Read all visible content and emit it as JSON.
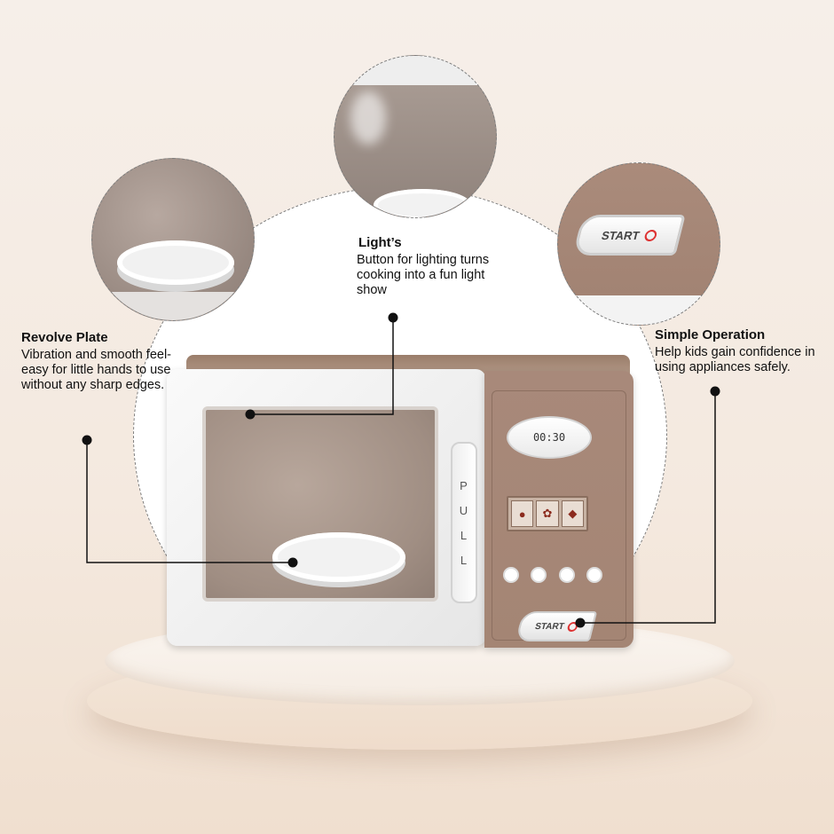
{
  "callouts": {
    "revolve": {
      "title": "Revolve Plate",
      "text": "Vibration and smooth feel-easy for little hands to use without any sharp edges."
    },
    "lights": {
      "title": "Light’s",
      "text": "Button for lighting turns cooking into a fun light show"
    },
    "operation": {
      "title": "Simple Operation",
      "text": "Help kids gain confidence in using appliances safely."
    }
  },
  "microwave": {
    "door_handle_letters": [
      "P",
      "U",
      "L",
      "L"
    ],
    "display_time": "00:30",
    "start_label": "START",
    "colors": {
      "body_brown": "#a88a7a",
      "door_white": "#f4f4f4",
      "start_dot": "#dd3333"
    }
  },
  "zoom_details": {
    "start_label": "START"
  }
}
